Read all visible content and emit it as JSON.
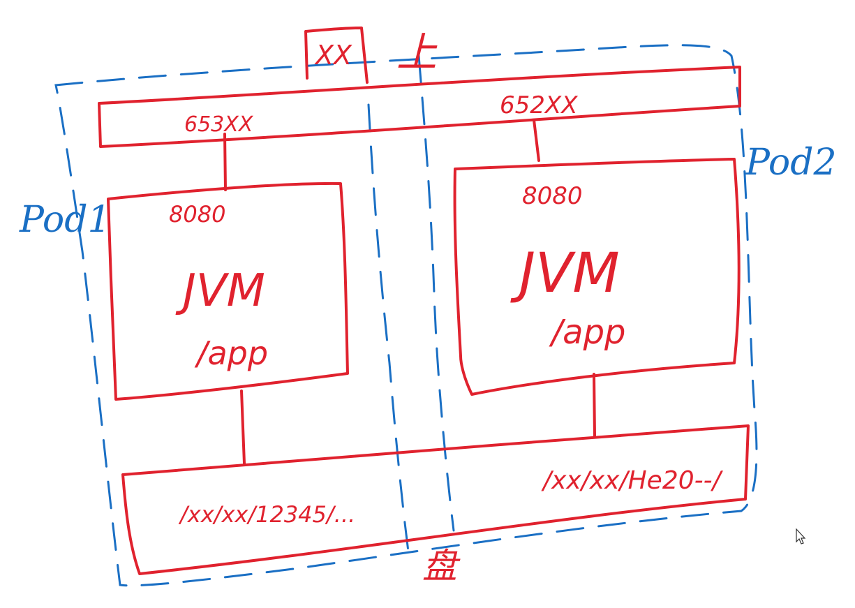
{
  "colors": {
    "ink_red": "#e0222e",
    "ink_blue": "#1a6fc4",
    "background": "#ffffff"
  },
  "top_label": "XX",
  "top_glyph": "上",
  "bottom_glyph": "盘",
  "pod1": {
    "label": "Pod1",
    "node_port": "653XX",
    "container_port": "8080",
    "runtime": "JVM",
    "path": "/app",
    "volume_path": "/xx/xx/12345/..."
  },
  "pod2": {
    "label": "Pod2",
    "node_port": "652XX",
    "container_port": "8080",
    "runtime": "JVM",
    "path": "/app",
    "volume_path": "/xx/xx/He20--/"
  }
}
